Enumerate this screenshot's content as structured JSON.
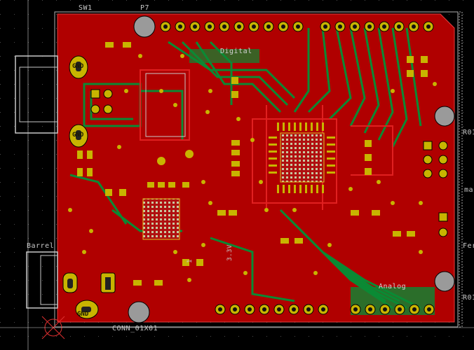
{
  "board": {
    "labels": {
      "sw1": "SW1",
      "p7": "P7",
      "digital": "Digital",
      "barrel": "Barrel",
      "conn": "CONN_01X01",
      "analog": "Analog",
      "gnd_top": "GND",
      "gnd_mid": "GND",
      "gnd_bottom": "GND",
      "v33": "3.3V",
      "one": "1",
      "r01_a": "R01",
      "r01_b": "R01",
      "ma": "ma",
      "fer": "Fer"
    },
    "colors": {
      "background": "#000000",
      "copper_front": "#b00000",
      "copper_back": "#008a2e",
      "pad": "#c8b400",
      "hole": "#a0a0a0",
      "grid": "#555555"
    }
  }
}
